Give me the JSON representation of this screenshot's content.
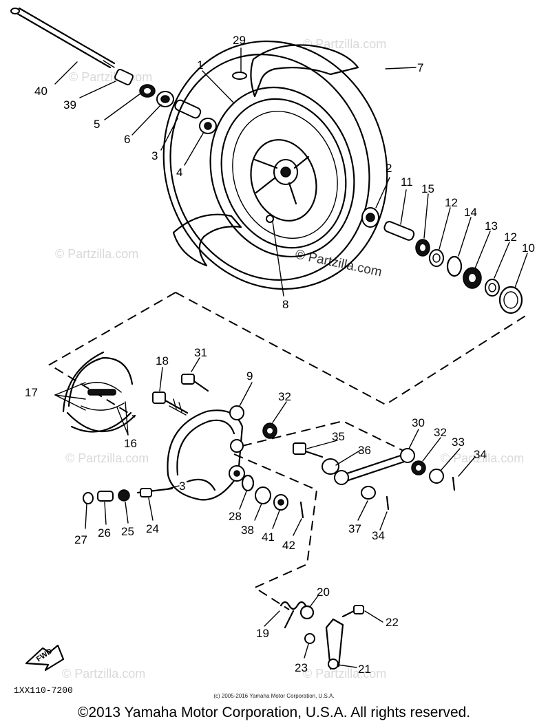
{
  "watermarks": {
    "center": "© Partzilla.com",
    "faint": "© Partzilla.com"
  },
  "part_numbers": [
    "1",
    "2",
    "3",
    "4",
    "5",
    "6",
    "7",
    "8",
    "9",
    "10",
    "11",
    "12",
    "13",
    "14",
    "15",
    "16",
    "17",
    "18",
    "19",
    "20",
    "21",
    "22",
    "23",
    "24",
    "25",
    "26",
    "27",
    "28",
    "29",
    "30",
    "31",
    "32",
    "33",
    "34",
    "35",
    "36",
    "37",
    "38",
    "39",
    "40",
    "41",
    "42"
  ],
  "labels": {
    "p1": "1",
    "p2": "2",
    "p3": "3",
    "p4": "4",
    "p5": "5",
    "p6": "6",
    "p7": "7",
    "p8": "8",
    "p9": "9",
    "p10": "10",
    "p11": "11",
    "p12a": "12",
    "p12b": "12",
    "p13": "13",
    "p14": "14",
    "p15": "15",
    "p16": "16",
    "p17": "17",
    "p18": "18",
    "p19": "19",
    "p20": "20",
    "p21": "21",
    "p22": "22",
    "p23": "23",
    "p24": "24",
    "p25": "25",
    "p26": "26",
    "p27": "27",
    "p28": "28",
    "p29": "29",
    "p30": "30",
    "p31": "31",
    "p32a": "32",
    "p32b": "32",
    "p33": "33",
    "p34a": "34",
    "p34b": "34",
    "p35": "35",
    "p36": "36",
    "p37": "37",
    "p38": "38",
    "p39": "39",
    "p40": "40",
    "p41": "41",
    "p42": "42",
    "p3b": "3"
  },
  "fwd_label": "FWD",
  "diagram_ref": "1XX110-7200",
  "copyright_small": "(c) 2005-2016 Yamaha Motor Corporation, U.S.A.",
  "copyright": "©2013 Yamaha Motor Corporation, U.S.A. All rights reserved."
}
